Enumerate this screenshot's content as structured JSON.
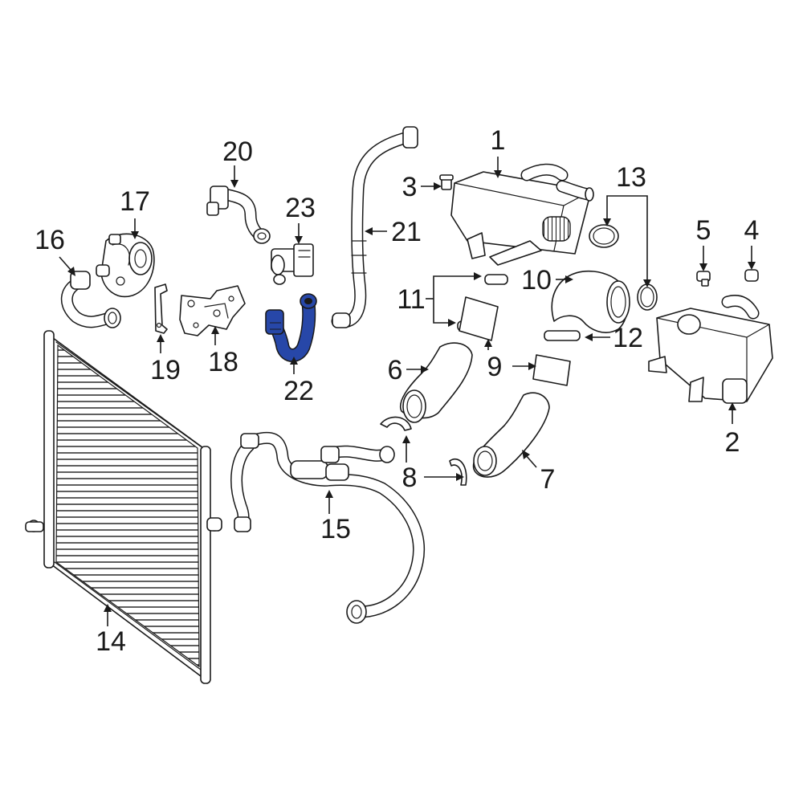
{
  "diagram": {
    "highlight_color": "#2747a8",
    "line_color": "#1a1a1a",
    "highlighted_part": "22",
    "callouts": {
      "c1": "1",
      "c2": "2",
      "c3": "3",
      "c4": "4",
      "c5": "5",
      "c6": "6",
      "c7": "7",
      "c8": "8",
      "c9": "9",
      "c10": "10",
      "c11": "11",
      "c12": "12",
      "c13": "13",
      "c14": "14",
      "c15": "15",
      "c16": "16",
      "c17": "17",
      "c18": "18",
      "c19": "19",
      "c20": "20",
      "c21": "21",
      "c22": "22",
      "c23": "23"
    }
  }
}
